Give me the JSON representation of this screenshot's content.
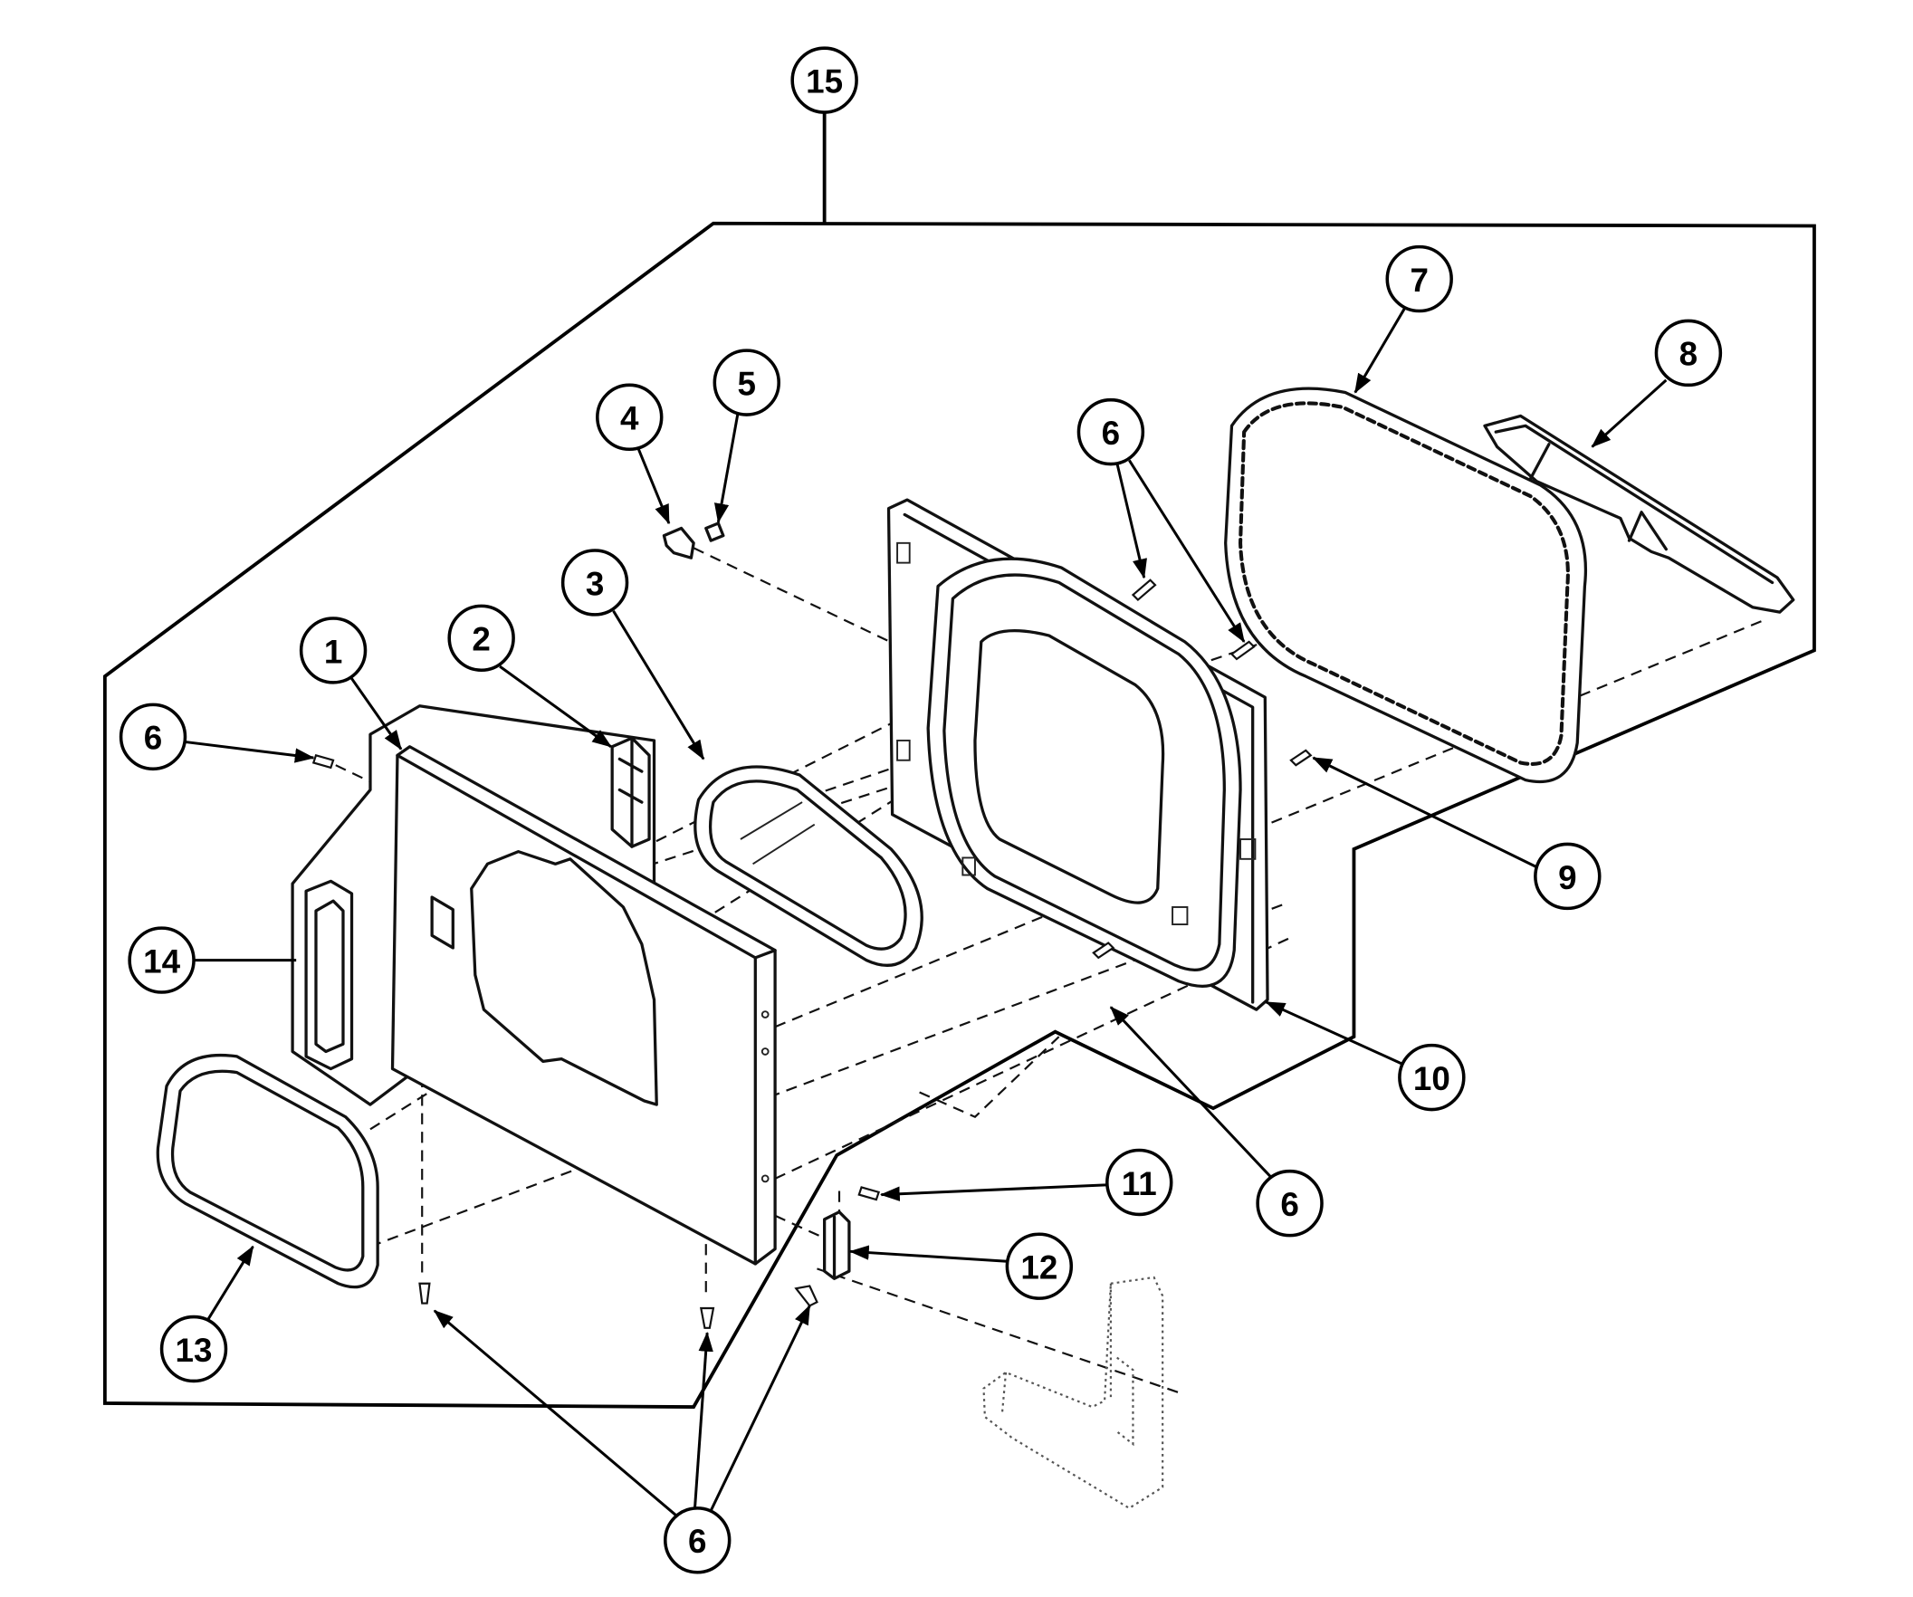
{
  "callouts": [
    {
      "label": "15"
    },
    {
      "label": "7"
    },
    {
      "label": "8"
    },
    {
      "label": "5"
    },
    {
      "label": "4"
    },
    {
      "label": "6"
    },
    {
      "label": "3"
    },
    {
      "label": "1"
    },
    {
      "label": "2"
    },
    {
      "label": "6"
    },
    {
      "label": "9"
    },
    {
      "label": "14"
    },
    {
      "label": "10"
    },
    {
      "label": "11"
    },
    {
      "label": "6"
    },
    {
      "label": "12"
    },
    {
      "label": "13"
    },
    {
      "label": "6"
    }
  ]
}
